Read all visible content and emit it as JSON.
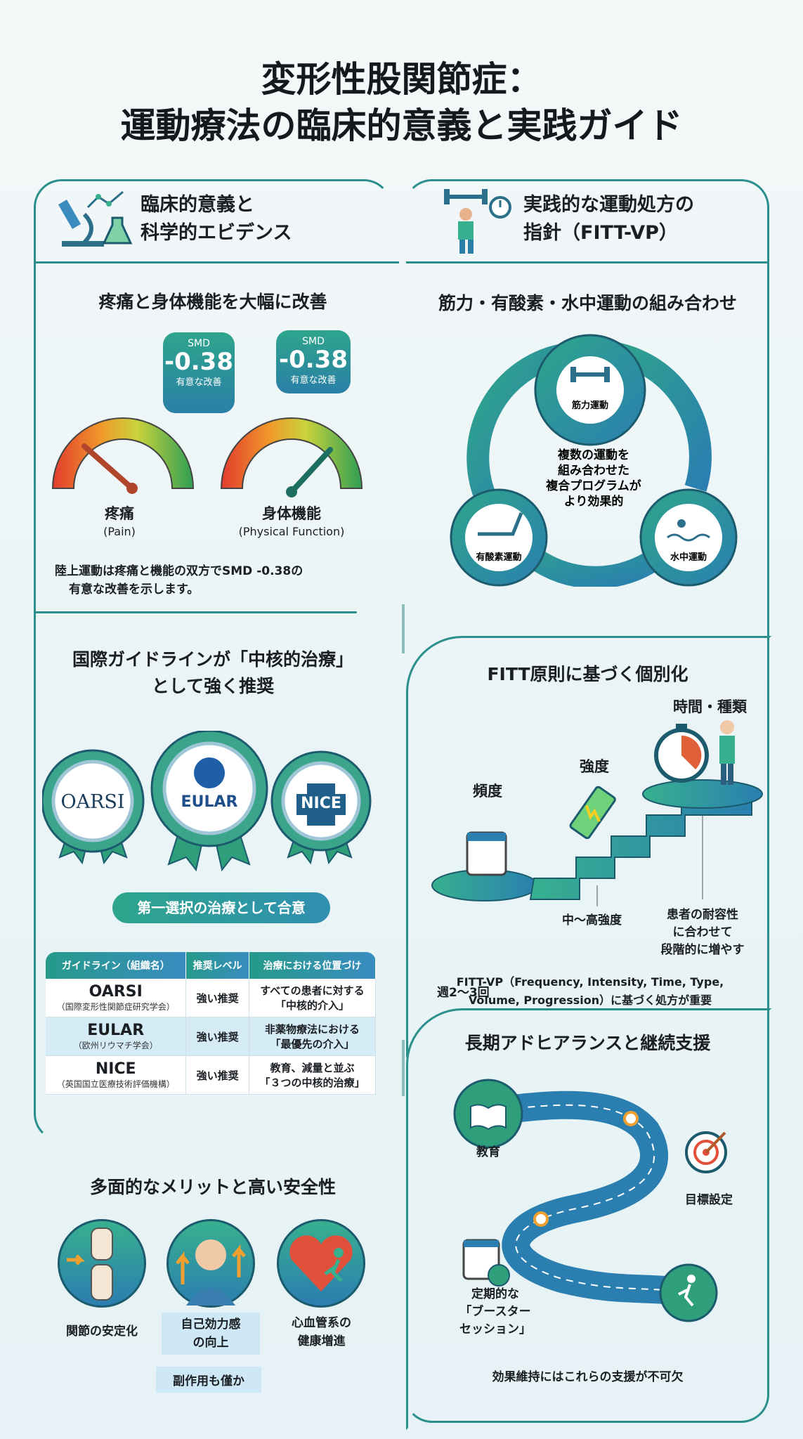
{
  "title": {
    "line1": "変形性股関節症：",
    "line2": "運動療法の臨床的意義と実践ガイド"
  },
  "left_header": {
    "line1": "臨床的意義と",
    "line2": "科学的エビデンス",
    "icon": "microscope-flask-chart-icon"
  },
  "right_header": {
    "line1": "実践的な運動処方の",
    "line2": "指針（FITT-VP）",
    "icon": "dumbbell-stopwatch-icon"
  },
  "effect": {
    "title": "疼痛と身体機能を大幅に改善",
    "gauges": [
      {
        "label": "疼痛",
        "sublabel": "(Pain)",
        "bubble_top": "SMD",
        "bubble_value": "-0.38",
        "bubble_note": "有意な改善",
        "needle_color": "#b0452c"
      },
      {
        "label": "身体機能",
        "sublabel": "(Physical Function)",
        "bubble_top": "SMD",
        "bubble_value": "-0.38",
        "bubble_note": "有意な改善",
        "needle_color": "#1f6e62"
      }
    ],
    "note_line1": "陸上運動は疼痛と機能の双方でSMD -0.38の",
    "note_line2": "有意な改善を示します。"
  },
  "guidelines": {
    "title_line1": "国際ガイドラインが「中核的治療」",
    "title_line2": "として強く推奨",
    "badges": [
      "OARSI",
      "EULAR",
      "NICE"
    ],
    "consensus": "第一選択の治療として合意",
    "table": {
      "headers": [
        "ガイドライン（組織名）",
        "推奨レベル",
        "治療における位置づけ"
      ],
      "rows": [
        {
          "org": "OARSI",
          "org_full": "（国際変形性関節症研究学会）",
          "level": "強い推奨",
          "pos1": "すべての患者に対する",
          "pos2": "「中核的介入」"
        },
        {
          "org": "EULAR",
          "org_full": "（欧州リウマチ学会）",
          "level": "強い推奨",
          "pos1": "非薬物療法における",
          "pos2": "「最優先の介入」"
        },
        {
          "org": "NICE",
          "org_full": "（英国国立医療技術評価機構）",
          "level": "強い推奨",
          "pos1": "教育、減量と並ぶ",
          "pos2": "「３つの中核的治療」"
        }
      ]
    }
  },
  "benefits": {
    "title": "多面的なメリットと高い安全性",
    "items": [
      {
        "label": "関節の安定化",
        "icon": "knee-joint-icon"
      },
      {
        "label_line1": "自己効力感",
        "label_line2": "の向上",
        "icon": "confident-person-icon"
      },
      {
        "label_line1": "心血管系の",
        "label_line2": "健康増進",
        "icon": "heart-runner-icon"
      }
    ],
    "safety": "副作用も僅か"
  },
  "combo": {
    "title": "筋力・有酸素・水中運動の組み合わせ",
    "nodes": [
      "筋力運動",
      "有酸素運動",
      "水中運動"
    ],
    "center": [
      "複数の運動を",
      "組み合わせた",
      "複合プログラムが",
      "より効果的"
    ]
  },
  "fitt": {
    "title": "FITT原則に基づく個別化",
    "steps": [
      {
        "label": "頻度",
        "detail": "週2～3回",
        "icon": "calendar-icon"
      },
      {
        "label": "強度",
        "detail": "中～高強度",
        "icon": "battery-icon"
      },
      {
        "label": "時間・種類",
        "detail_lines": [
          "患者の耐容性",
          "に合わせて",
          "段階的に増やす"
        ],
        "icon": "stopwatch-icon"
      }
    ],
    "note_line1": "FITT-VP（Frequency, Intensity, Time, Type,",
    "note_line2": "Volume, Progression）に基づく処方が重要"
  },
  "adherence": {
    "title": "長期アドヒアランスと継続支援",
    "milestones": [
      "教育",
      "目標設定"
    ],
    "booster": [
      "定期的な",
      "「ブースター",
      "セッション」"
    ],
    "note": "効果維持にはこれらの支援が不可欠"
  },
  "colors": {
    "teal": "#2b8f8c",
    "blue": "#2a7fa6",
    "green": "#37b08f",
    "bg": "#eef6f8"
  }
}
